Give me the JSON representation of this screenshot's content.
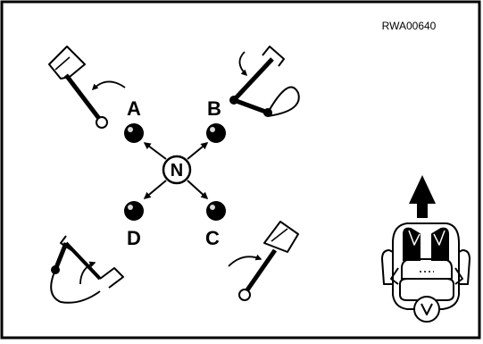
{
  "figure": {
    "code": "RWA00640",
    "center_label": "N",
    "positions": [
      "A",
      "B",
      "C",
      "D"
    ]
  },
  "icons": {
    "shift_lever": "shift-lever-icon",
    "operator_seat": "operator-top-view-icon",
    "forward_arrow": "forward-arrow-icon"
  },
  "colors": {
    "ink": "#000000",
    "paper": "#ffffff"
  }
}
